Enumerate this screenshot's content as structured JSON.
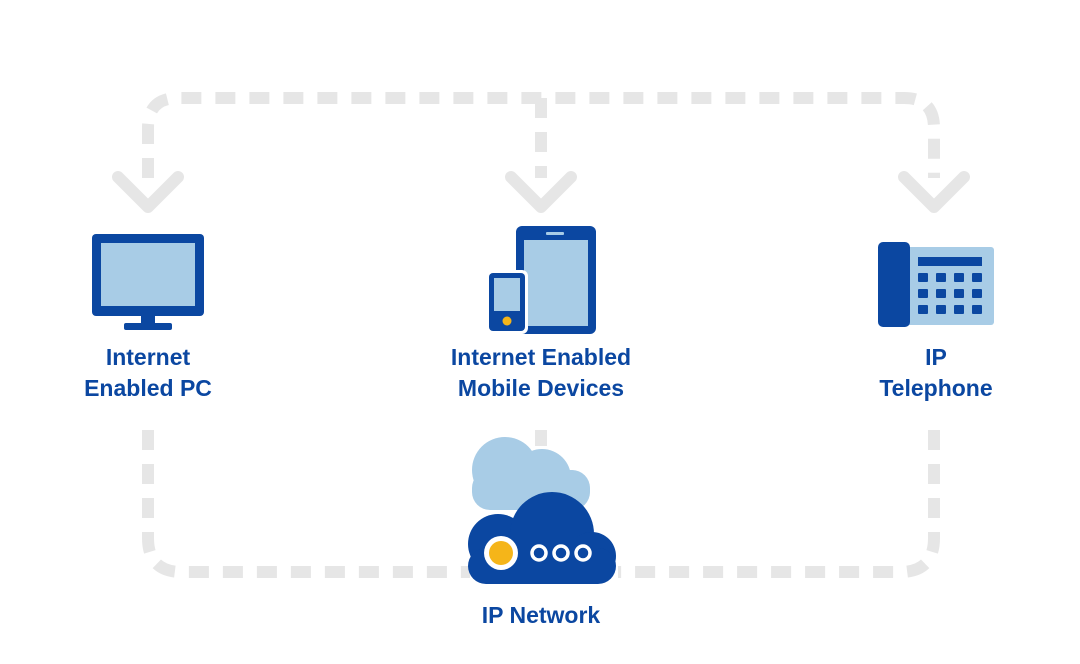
{
  "colors": {
    "primary": "#0b47a1",
    "light": "#a8cce6",
    "accent": "#f5b519",
    "connector": "#e6e6e6"
  },
  "nodes": {
    "pc": {
      "line1": "Internet",
      "line2": "Enabled PC",
      "icon": "desktop-monitor-icon"
    },
    "mobile": {
      "line1": "Internet Enabled",
      "line2": "Mobile Devices",
      "icon": "tablet-and-phone-icon"
    },
    "phone": {
      "line1": "IP",
      "line2": "Telephone",
      "icon": "desk-phone-icon"
    },
    "network": {
      "line1": "IP Network",
      "icon": "cloud-network-icon"
    }
  }
}
